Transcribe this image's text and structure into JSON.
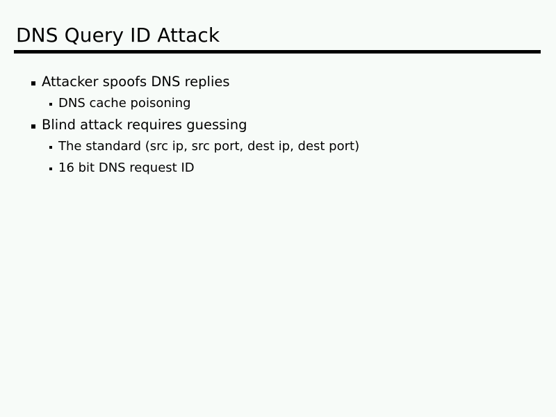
{
  "slide": {
    "title": "DNS Query ID Attack",
    "background_color": "#f7fbf8",
    "text_color": "#000000",
    "rule_color": "#000000",
    "bullets": [
      {
        "level": 1,
        "marker": "square-bullet",
        "text": "Attacker spoofs DNS replies"
      },
      {
        "level": 2,
        "marker": "small-square-bullet",
        "text": "DNS cache poisoning"
      },
      {
        "level": 1,
        "marker": "square-bullet",
        "text": "Blind attack requires guessing"
      },
      {
        "level": 2,
        "marker": "small-square-bullet",
        "text": "The standard (src ip, src port, dest ip, dest port)"
      },
      {
        "level": 2,
        "marker": "small-square-bullet",
        "text": "16 bit DNS request ID"
      }
    ]
  }
}
